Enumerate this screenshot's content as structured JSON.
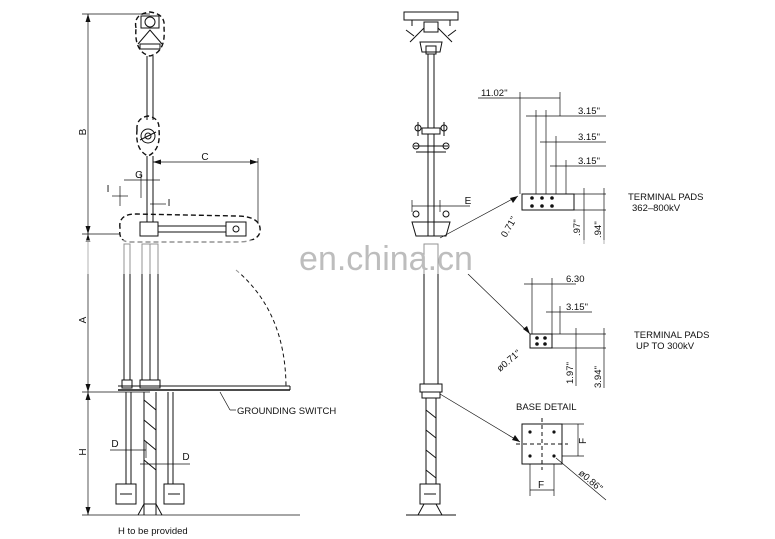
{
  "watermark": "en.china.cn",
  "left_view": {
    "labels": {
      "B": "B",
      "A": "A",
      "H": "H",
      "C": "C",
      "G": "G",
      "I_left": "I",
      "I_right": "I",
      "D_upper": "D",
      "D_lower": "D"
    },
    "grounding_switch": "GROUNDING SWITCH",
    "h_note": "H to be provided"
  },
  "middle_view": {
    "E": "E"
  },
  "detail_362_800": {
    "dim_11_02": "11.02''",
    "dim_3_15_a": "3.15''",
    "dim_3_15_b": "3.15''",
    "dim_3_15_c": "3.15''",
    "dim_0_71": "0.71''",
    "dim_97": ".97''",
    "dim_94": ".94''",
    "title_line1": "TERMINAL PADS",
    "title_line2": "362–800kV"
  },
  "detail_300": {
    "dim_6_30": "6.30",
    "dim_3_15": "3.15''",
    "dim_0_71": "ø0.71''",
    "dim_1_97": "1.97''",
    "dim_3_94": "3.94''",
    "title_line1": "TERMINAL PADS",
    "title_line2": "UP TO 300kV"
  },
  "base_detail": {
    "title": "BASE DETAIL",
    "F_right": "F",
    "F_bottom": "F",
    "dim_0_86": "ø0.86''"
  }
}
